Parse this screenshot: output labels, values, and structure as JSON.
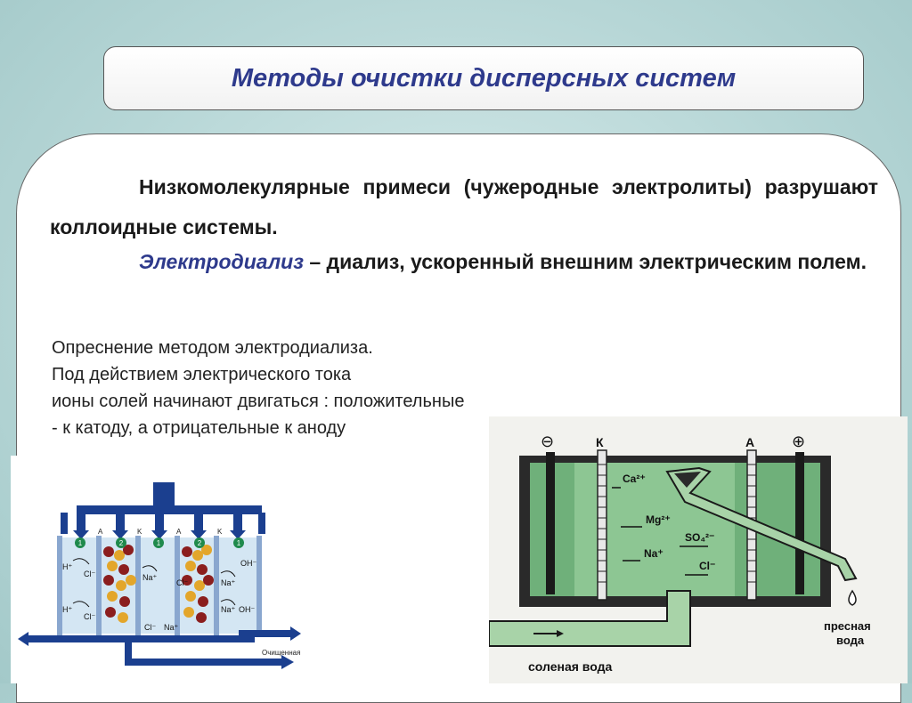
{
  "title": "Методы очистки дисперсных систем",
  "paragraph1": "Низкомолекулярные примеси (чужеродные электролиты) разрушают коллоидные системы.",
  "paragraph2": {
    "term": "Электродиализ",
    "rest": " – диализ, ускоренный внешним электрическим полем."
  },
  "description": [
    "Опреснение методом электродиализа.",
    "Под действием электрического тока",
    "ионы солей начинают двигаться : положительные",
    "- к катоду, а отрицательные к аноду"
  ],
  "diagram_left": {
    "top_labels": [
      "1",
      "2",
      "1",
      "2",
      "1"
    ],
    "electrode_labels": [
      "A",
      "K",
      "A",
      "K"
    ],
    "ions": [
      "H⁺",
      "Cl⁻",
      "Na⁺",
      "Cl⁻",
      "Na⁺",
      "OH⁻",
      "H⁺",
      "Cl⁻",
      "Cl⁻",
      "Na⁺",
      "Na⁺",
      "OH⁻"
    ],
    "output_label": "Очищенная",
    "colors": {
      "arrow": "#1b3f8f",
      "water": "#cfe3f1",
      "membrane": "#7a9cc7",
      "ball_red": "#8b1e1e",
      "ball_gold": "#e3a62b"
    }
  },
  "diagram_right": {
    "minus": "⊖",
    "plus": "⊕",
    "cathode": "К",
    "anode": "А",
    "ions": {
      "ca": "Ca²⁺",
      "mg": "Mg²⁺",
      "so": "SO₄²⁻",
      "na": "Na⁺",
      "cl": "Cl⁻"
    },
    "salt_water": "соленая вода",
    "fresh_water_1": "пресная",
    "fresh_water_2": "вода",
    "colors": {
      "water": "#6fb07a",
      "water_light": "#a8d3a8",
      "tank": "#2a2a2a"
    }
  }
}
